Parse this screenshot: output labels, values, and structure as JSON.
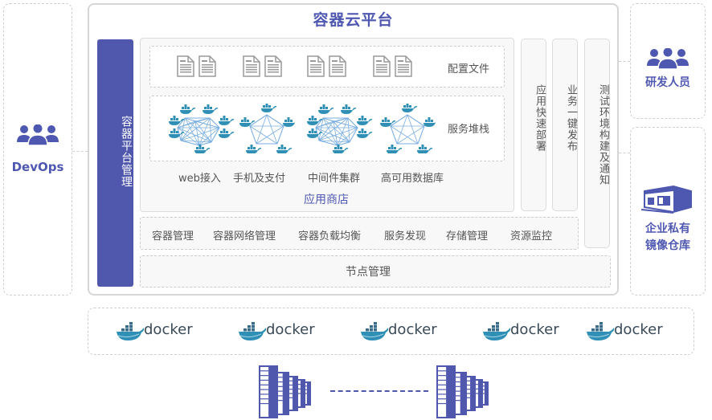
{
  "title": "容器云平台",
  "colors": {
    "accent": "#4f58b0",
    "bar": "#5058ae",
    "docker_blue": "#2f8fb5",
    "mesh_blue": "#7aaee0",
    "border": "#d6d6d6",
    "text": "#555555"
  },
  "left_panel": {
    "icon": "users-icon",
    "label": "DevOps"
  },
  "platform_management": {
    "label": "容器平台管理"
  },
  "app_store": {
    "label": "应用商店",
    "config_row": {
      "label": "配置文件",
      "icon": "document-icon",
      "groups": 4
    },
    "service_row": {
      "label": "服务堆栈",
      "icon": "docker-mesh-icon"
    },
    "apps": [
      "web接入",
      "手机及支付",
      "中间件集群",
      "高可用数据库"
    ]
  },
  "vertical_columns": [
    {
      "label": "应用快速部署"
    },
    {
      "label": "业务一键发布"
    },
    {
      "label": "测试环境构建及通知"
    }
  ],
  "services": [
    "容器管理",
    "容器网络管理",
    "容器负载均衡",
    "服务发现",
    "存储管理",
    "资源监控"
  ],
  "node_management": {
    "label": "节点管理"
  },
  "right_panels": [
    {
      "icon": "users-icon",
      "label": "研发人员"
    },
    {
      "icon": "warehouse-icon",
      "label_lines": [
        "企业私有",
        "镜像仓库"
      ]
    }
  ],
  "docker_row": {
    "items": [
      "docker",
      "docker",
      "docker",
      "docker",
      "docker"
    ]
  },
  "servers": {
    "icon": "server-rack-icon",
    "count_visible": 2
  }
}
